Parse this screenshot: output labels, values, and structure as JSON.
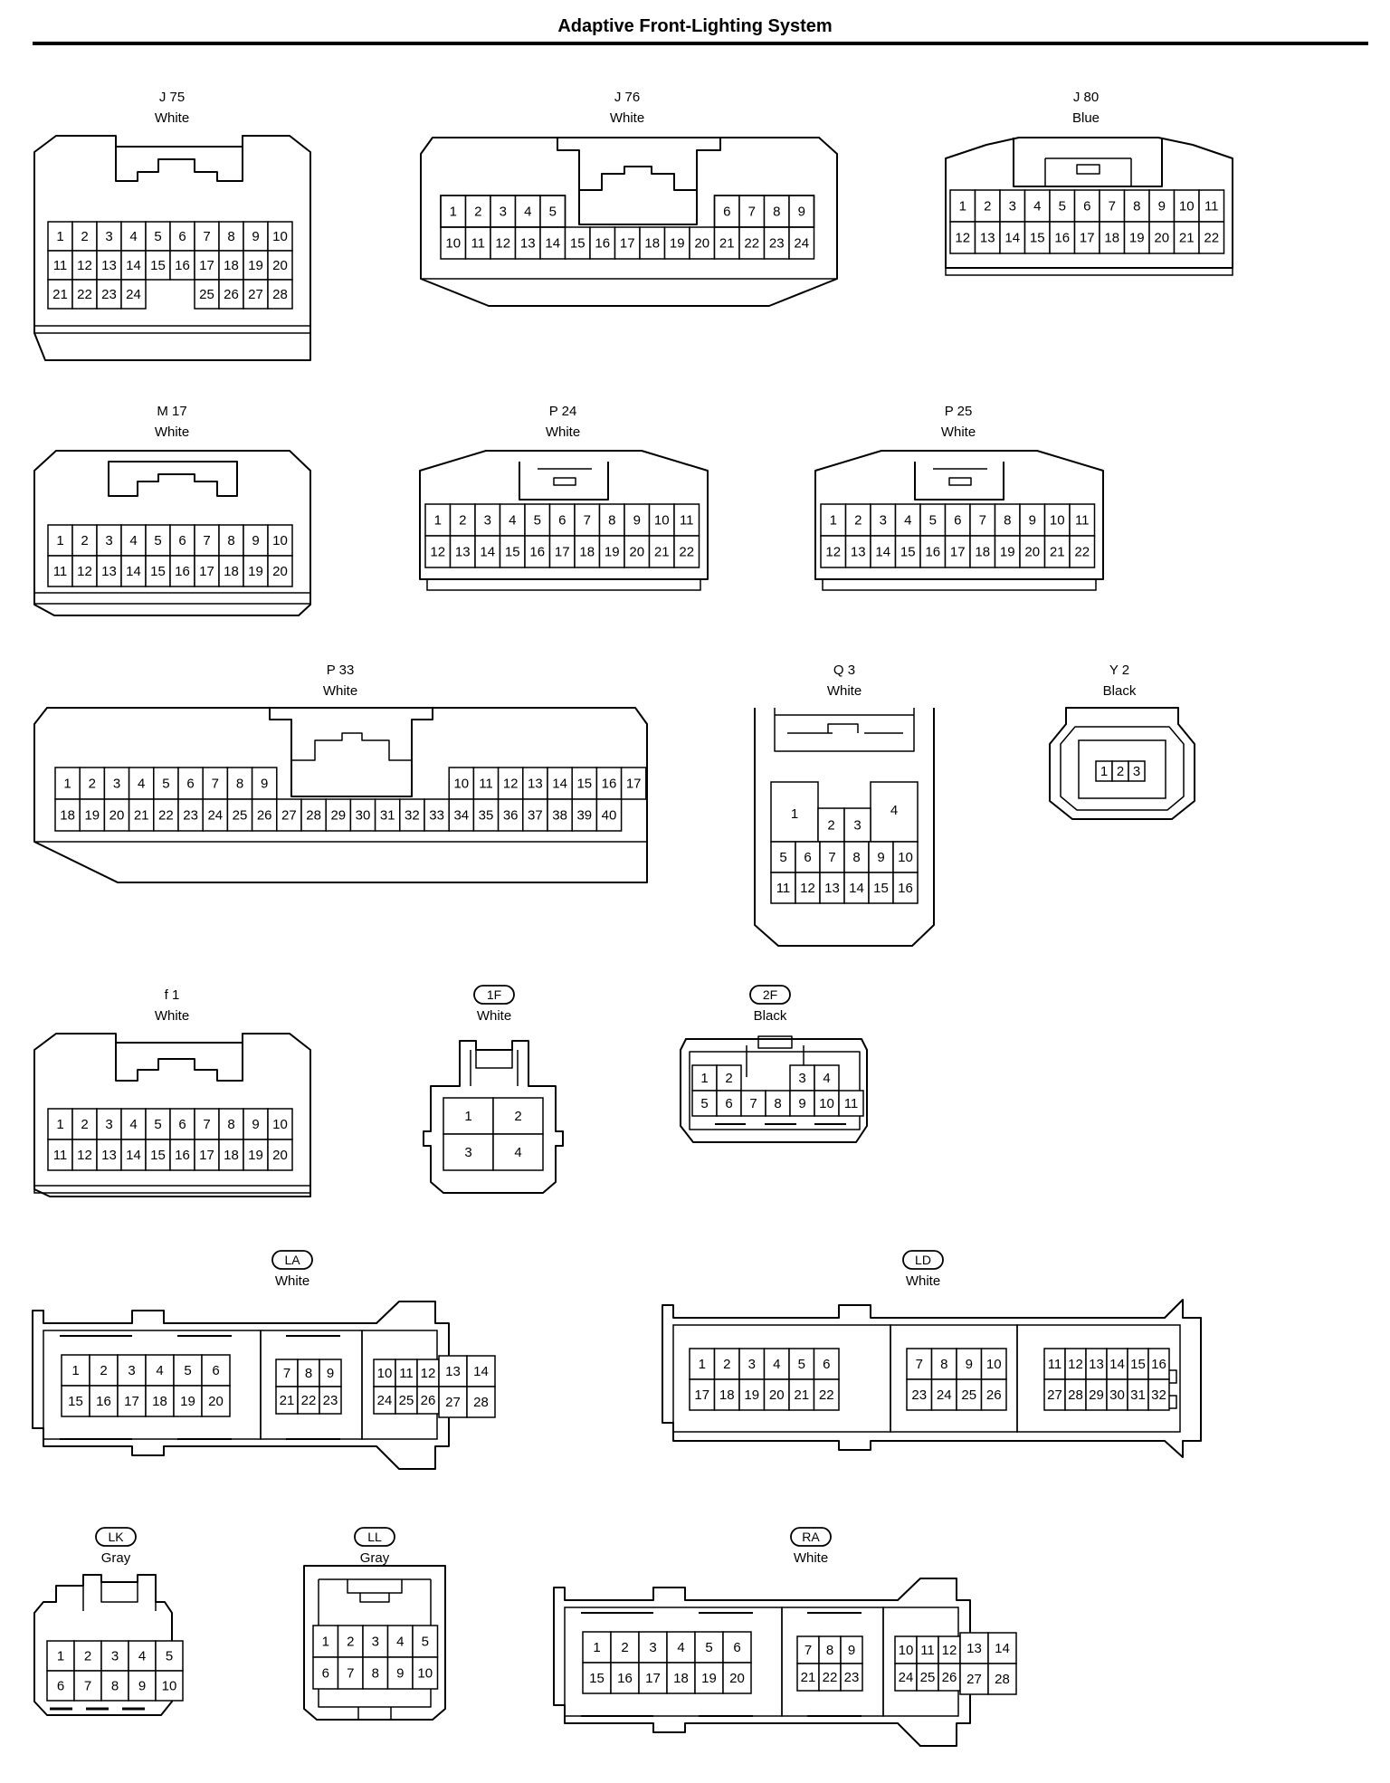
{
  "page": {
    "title": "Adaptive Front-Lighting System"
  },
  "connectors": [
    {
      "id": "J 75",
      "color": "White",
      "style": "plain",
      "rows": [
        [
          1,
          2,
          3,
          4,
          5,
          6,
          7,
          8,
          9,
          10
        ],
        [
          11,
          12,
          13,
          14,
          15,
          16,
          17,
          18,
          19,
          20
        ],
        [
          21,
          22,
          23,
          24,
          null,
          null,
          25,
          26,
          27,
          28
        ]
      ]
    },
    {
      "id": "J 76",
      "color": "White",
      "style": "plain",
      "rows": [
        [
          1,
          2,
          3,
          4,
          5,
          null,
          null,
          null,
          null,
          null,
          null,
          6,
          7,
          8,
          9
        ],
        [
          10,
          11,
          12,
          13,
          14,
          15,
          16,
          17,
          18,
          19,
          20,
          21,
          22,
          23,
          24
        ]
      ]
    },
    {
      "id": "J 80",
      "color": "Blue",
      "style": "plain",
      "rows": [
        [
          1,
          2,
          3,
          4,
          5,
          6,
          7,
          8,
          9,
          10,
          11
        ],
        [
          12,
          13,
          14,
          15,
          16,
          17,
          18,
          19,
          20,
          21,
          22
        ]
      ]
    },
    {
      "id": "M 17",
      "color": "White",
      "style": "plain",
      "rows": [
        [
          1,
          2,
          3,
          4,
          5,
          6,
          7,
          8,
          9,
          10
        ],
        [
          11,
          12,
          13,
          14,
          15,
          16,
          17,
          18,
          19,
          20
        ]
      ]
    },
    {
      "id": "P 24",
      "color": "White",
      "style": "plain",
      "rows": [
        [
          1,
          2,
          3,
          4,
          5,
          6,
          7,
          8,
          9,
          10,
          11
        ],
        [
          12,
          13,
          14,
          15,
          16,
          17,
          18,
          19,
          20,
          21,
          22
        ]
      ]
    },
    {
      "id": "P 25",
      "color": "White",
      "style": "plain",
      "rows": [
        [
          1,
          2,
          3,
          4,
          5,
          6,
          7,
          8,
          9,
          10,
          11
        ],
        [
          12,
          13,
          14,
          15,
          16,
          17,
          18,
          19,
          20,
          21,
          22
        ]
      ]
    },
    {
      "id": "P 33",
      "color": "White",
      "style": "plain",
      "rows": [
        [
          1,
          2,
          3,
          4,
          5,
          6,
          7,
          8,
          9,
          null,
          null,
          null,
          null,
          null,
          null,
          null,
          10,
          11,
          12,
          13,
          14,
          15,
          16,
          17
        ],
        [
          18,
          19,
          20,
          21,
          22,
          23,
          24,
          25,
          26,
          27,
          28,
          29,
          30,
          31,
          32,
          33,
          34,
          35,
          36,
          37,
          38,
          39,
          40
        ]
      ]
    },
    {
      "id": "Q 3",
      "color": "White",
      "style": "plain",
      "rows": [
        [
          1,
          2,
          3,
          4
        ],
        [
          5,
          6,
          7,
          8,
          9,
          10
        ],
        [
          11,
          12,
          13,
          14,
          15,
          16
        ]
      ]
    },
    {
      "id": "Y 2",
      "color": "Black",
      "style": "plain",
      "rows": [
        [
          1,
          2,
          3
        ]
      ]
    },
    {
      "id": "f 1",
      "color": "White",
      "style": "plain",
      "rows": [
        [
          1,
          2,
          3,
          4,
          5,
          6,
          7,
          8,
          9,
          10
        ],
        [
          11,
          12,
          13,
          14,
          15,
          16,
          17,
          18,
          19,
          20
        ]
      ]
    },
    {
      "id": "1F",
      "color": "White",
      "style": "circled",
      "rows": [
        [
          1,
          2
        ],
        [
          3,
          4
        ]
      ]
    },
    {
      "id": "2F",
      "color": "Black",
      "style": "circled",
      "rows": [
        [
          1,
          2,
          null,
          null,
          3,
          4
        ],
        [
          5,
          6,
          7,
          8,
          9,
          10,
          11
        ]
      ]
    },
    {
      "id": "LA",
      "color": "White",
      "style": "circled",
      "rows": [
        [
          1,
          2,
          3,
          4,
          5,
          6
        ],
        [
          15,
          16,
          17,
          18,
          19,
          20
        ],
        [
          7,
          8,
          9
        ],
        [
          21,
          22,
          23
        ],
        [
          10,
          11,
          12,
          13,
          14
        ],
        [
          24,
          25,
          26,
          27,
          28
        ]
      ]
    },
    {
      "id": "LD",
      "color": "White",
      "style": "circled",
      "rows": [
        [
          1,
          2,
          3,
          4,
          5,
          6
        ],
        [
          17,
          18,
          19,
          20,
          21,
          22
        ],
        [
          7,
          8,
          9,
          10
        ],
        [
          23,
          24,
          25,
          26
        ],
        [
          11,
          12,
          13,
          14,
          15,
          16
        ],
        [
          27,
          28,
          29,
          30,
          31,
          32
        ]
      ]
    },
    {
      "id": "LK",
      "color": "Gray",
      "style": "circled",
      "rows": [
        [
          1,
          2,
          3,
          4,
          5
        ],
        [
          6,
          7,
          8,
          9,
          10
        ]
      ]
    },
    {
      "id": "LL",
      "color": "Gray",
      "style": "circled",
      "rows": [
        [
          1,
          2,
          3,
          4,
          5
        ],
        [
          6,
          7,
          8,
          9,
          10
        ]
      ]
    },
    {
      "id": "RA",
      "color": "White",
      "style": "circled",
      "rows": [
        [
          1,
          2,
          3,
          4,
          5,
          6
        ],
        [
          15,
          16,
          17,
          18,
          19,
          20
        ],
        [
          7,
          8,
          9
        ],
        [
          21,
          22,
          23
        ],
        [
          10,
          11,
          12,
          13,
          14
        ],
        [
          24,
          25,
          26,
          27,
          28
        ]
      ]
    }
  ]
}
